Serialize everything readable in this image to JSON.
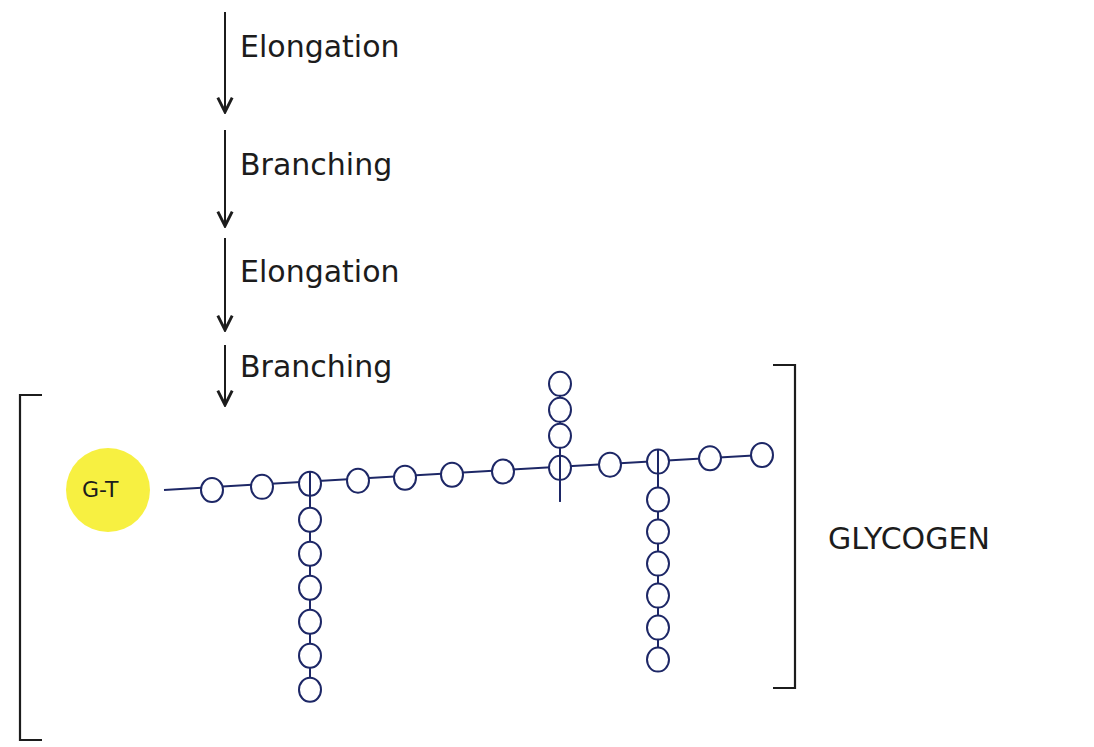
{
  "diagram": {
    "labels": [
      "Elongation",
      "Branching",
      "Elongation",
      "Branching",
      "G-T",
      "GLYCOGEN"
    ]
  }
}
